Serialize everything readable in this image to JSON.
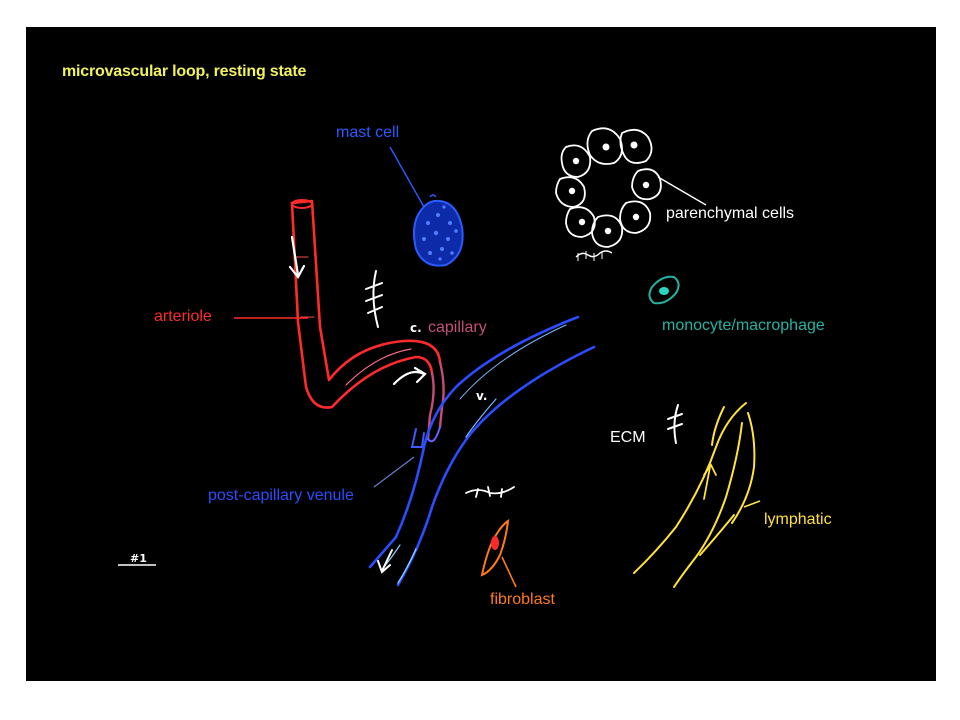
{
  "slide": {
    "title": "microvascular loop, resting state",
    "slide_number": "#1",
    "labels": {
      "mast_cell": "mast cell",
      "parenchymal_cells": "parenchymal cells",
      "arteriole": "arteriole",
      "capillary": "capillary",
      "capillary_mark": "c.",
      "venule_mark": "v.",
      "monocyte_macrophage": "monocyte/macrophage",
      "ecm": "ECM",
      "post_capillary_venule": "post-capillary venule",
      "lymphatic": "lymphatic",
      "fibroblast": "fibroblast"
    }
  },
  "colors": {
    "background": "#000000",
    "title": "#f2f25a",
    "mast_cell": "#2a5bff",
    "arteriole": "#ff2a2a",
    "capillary": "#c4507e",
    "venule": "#2a4dff",
    "monocyte": "#23b3a3",
    "lymphatic": "#ffe23a",
    "fibroblast": "#ff7a1a",
    "white": "#ffffff"
  }
}
